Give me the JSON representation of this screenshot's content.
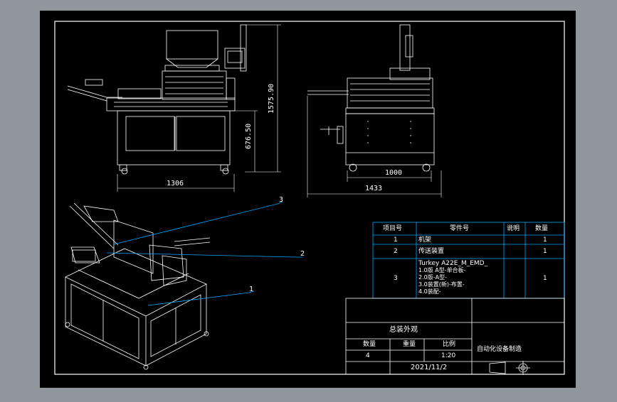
{
  "dimensions": {
    "front_width": "1306",
    "front_height": "1575.90",
    "front_mid_height": "676.50",
    "side_inner_width": "1000",
    "side_total_width": "1433"
  },
  "balloons": [
    "1",
    "2",
    "3"
  ],
  "parts_table": {
    "headers": [
      "项目号",
      "零件号",
      "说明",
      "数量"
    ],
    "rows": [
      {
        "item": "1",
        "part": "机架",
        "desc": "",
        "qty": "1"
      },
      {
        "item": "2",
        "part": "传送装置",
        "desc": "",
        "qty": "1"
      },
      {
        "item": "3",
        "part_lines": [
          "Turkey A22E_M_EMD_",
          "1.0版 A型-单合板-",
          "2.0版-A型-",
          "3.0装置(新)-布置-",
          "4.0装配-"
        ],
        "desc": "",
        "qty": "1"
      }
    ]
  },
  "title_block": {
    "drawing_name": "总装外观",
    "label_qty": "数量",
    "label_weight": "重量",
    "label_scale": "比例",
    "qty": "4",
    "scale": "1:20",
    "date": "2021/11/2",
    "company": "自动化设备制造"
  },
  "colors": {
    "background": "#8f969d",
    "sheet": "#000000",
    "lines": "#ffffff",
    "leaders": "#00a8ff",
    "accent_red": "#ff2020"
  }
}
